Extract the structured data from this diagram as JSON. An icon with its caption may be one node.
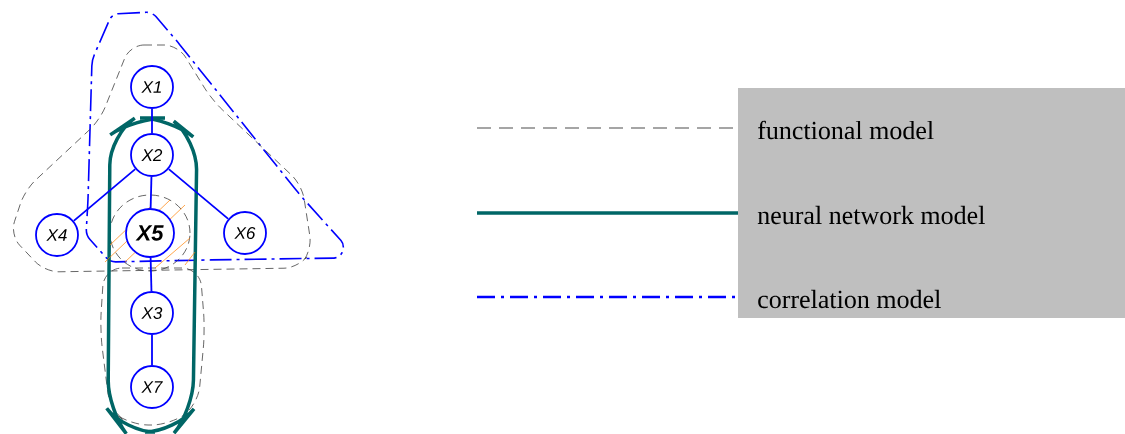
{
  "diagram": {
    "nodes": [
      {
        "text": [
          "X1"
        ]
      },
      {
        "text": [
          "X2"
        ]
      },
      {
        "text": [
          "X4"
        ]
      },
      {
        "text": [
          "X5"
        ]
      },
      {
        "text": [
          "X6"
        ]
      },
      {
        "text": [
          "X3"
        ]
      },
      {
        "text": [
          "X7"
        ]
      }
    ],
    "edges": [
      {
        "from": 0,
        "to": 1,
        "arrow": "none"
      },
      {
        "from": 1,
        "to": 2,
        "arrow": "none"
      },
      {
        "from": 1,
        "to": 3,
        "arrow": "none"
      },
      {
        "from": 1,
        "to": 4,
        "arrow": "none"
      },
      {
        "from": 3,
        "to": 5,
        "arrow": "none"
      },
      {
        "from": 5,
        "to": 6,
        "arrow": "none"
      }
    ],
    "legend": [
      {
        "text": "functional model"
      },
      {
        "text": "neural network model"
      },
      {
        "text": "correlation model"
      }
    ]
  }
}
